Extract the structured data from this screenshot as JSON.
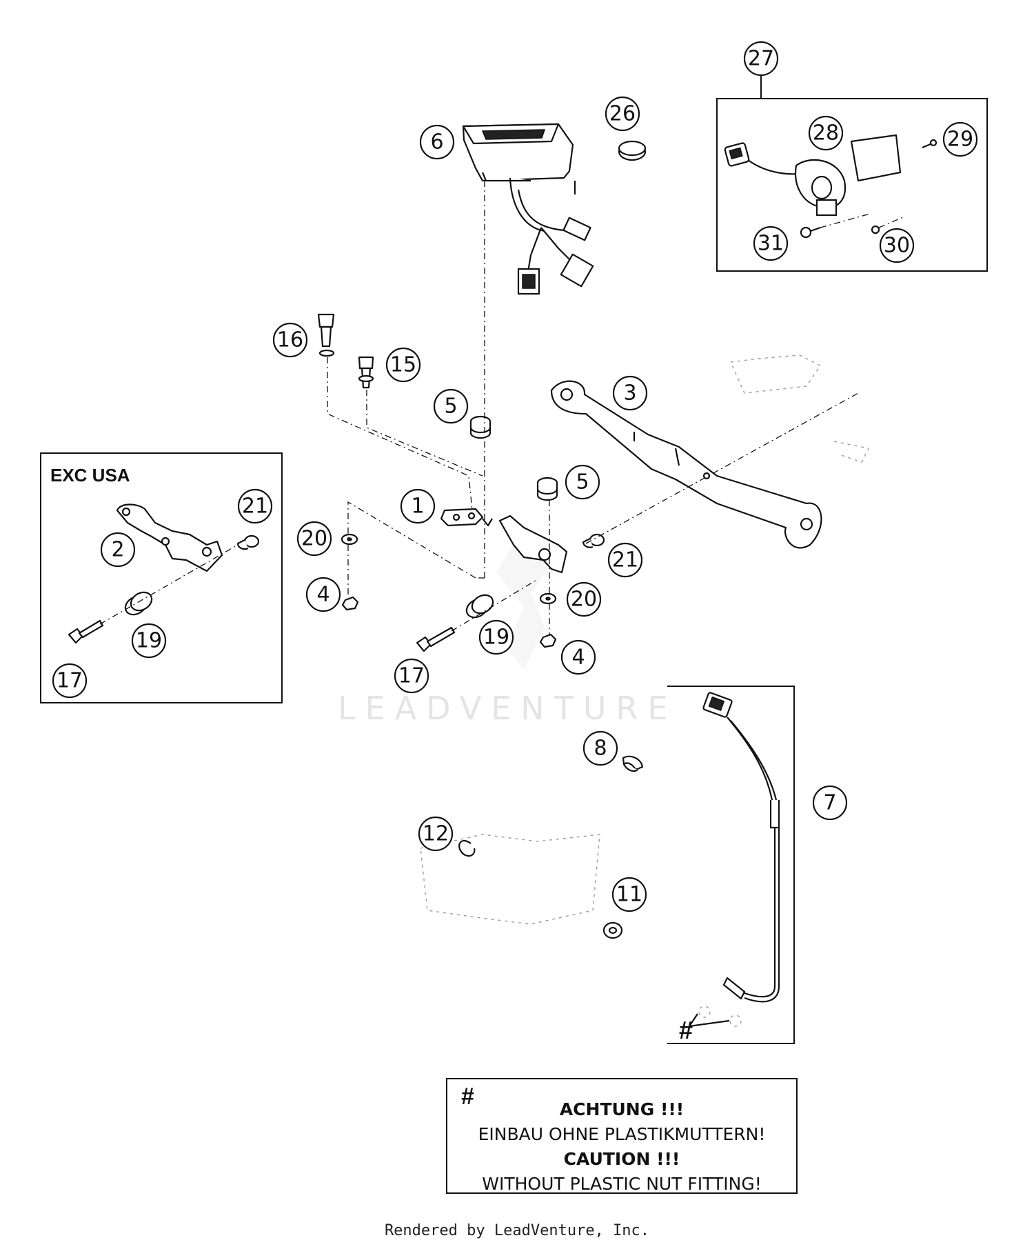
{
  "section_label": "EXC USA",
  "watermark": "LEADVENTURE",
  "callout_numbers": {
    "c27": "27",
    "c26": "26",
    "c6": "6",
    "c28": "28",
    "c29": "29",
    "c31": "31",
    "c30": "30",
    "c16": "16",
    "c15": "15",
    "c5a": "5",
    "c3": "3",
    "c5b": "5",
    "c21a": "21",
    "c1": "1",
    "c2": "2",
    "c20a": "20",
    "c21b": "21",
    "c4a": "4",
    "c20b": "20",
    "c19a": "19",
    "c19b": "19",
    "c17a": "17",
    "c17b": "17",
    "c4b": "4",
    "c8": "8",
    "c7": "7",
    "c12": "12",
    "c11": "11"
  },
  "note": {
    "marker": "#",
    "line1": "ACHTUNG !!!",
    "line2": "EINBAU OHNE PLASTIKMUTTERN!",
    "line3": "CAUTION !!!",
    "line4": "WITHOUT PLASTIC NUT FITTING!"
  },
  "hash_marker": "#",
  "footer": "Rendered by LeadVenture, Inc."
}
